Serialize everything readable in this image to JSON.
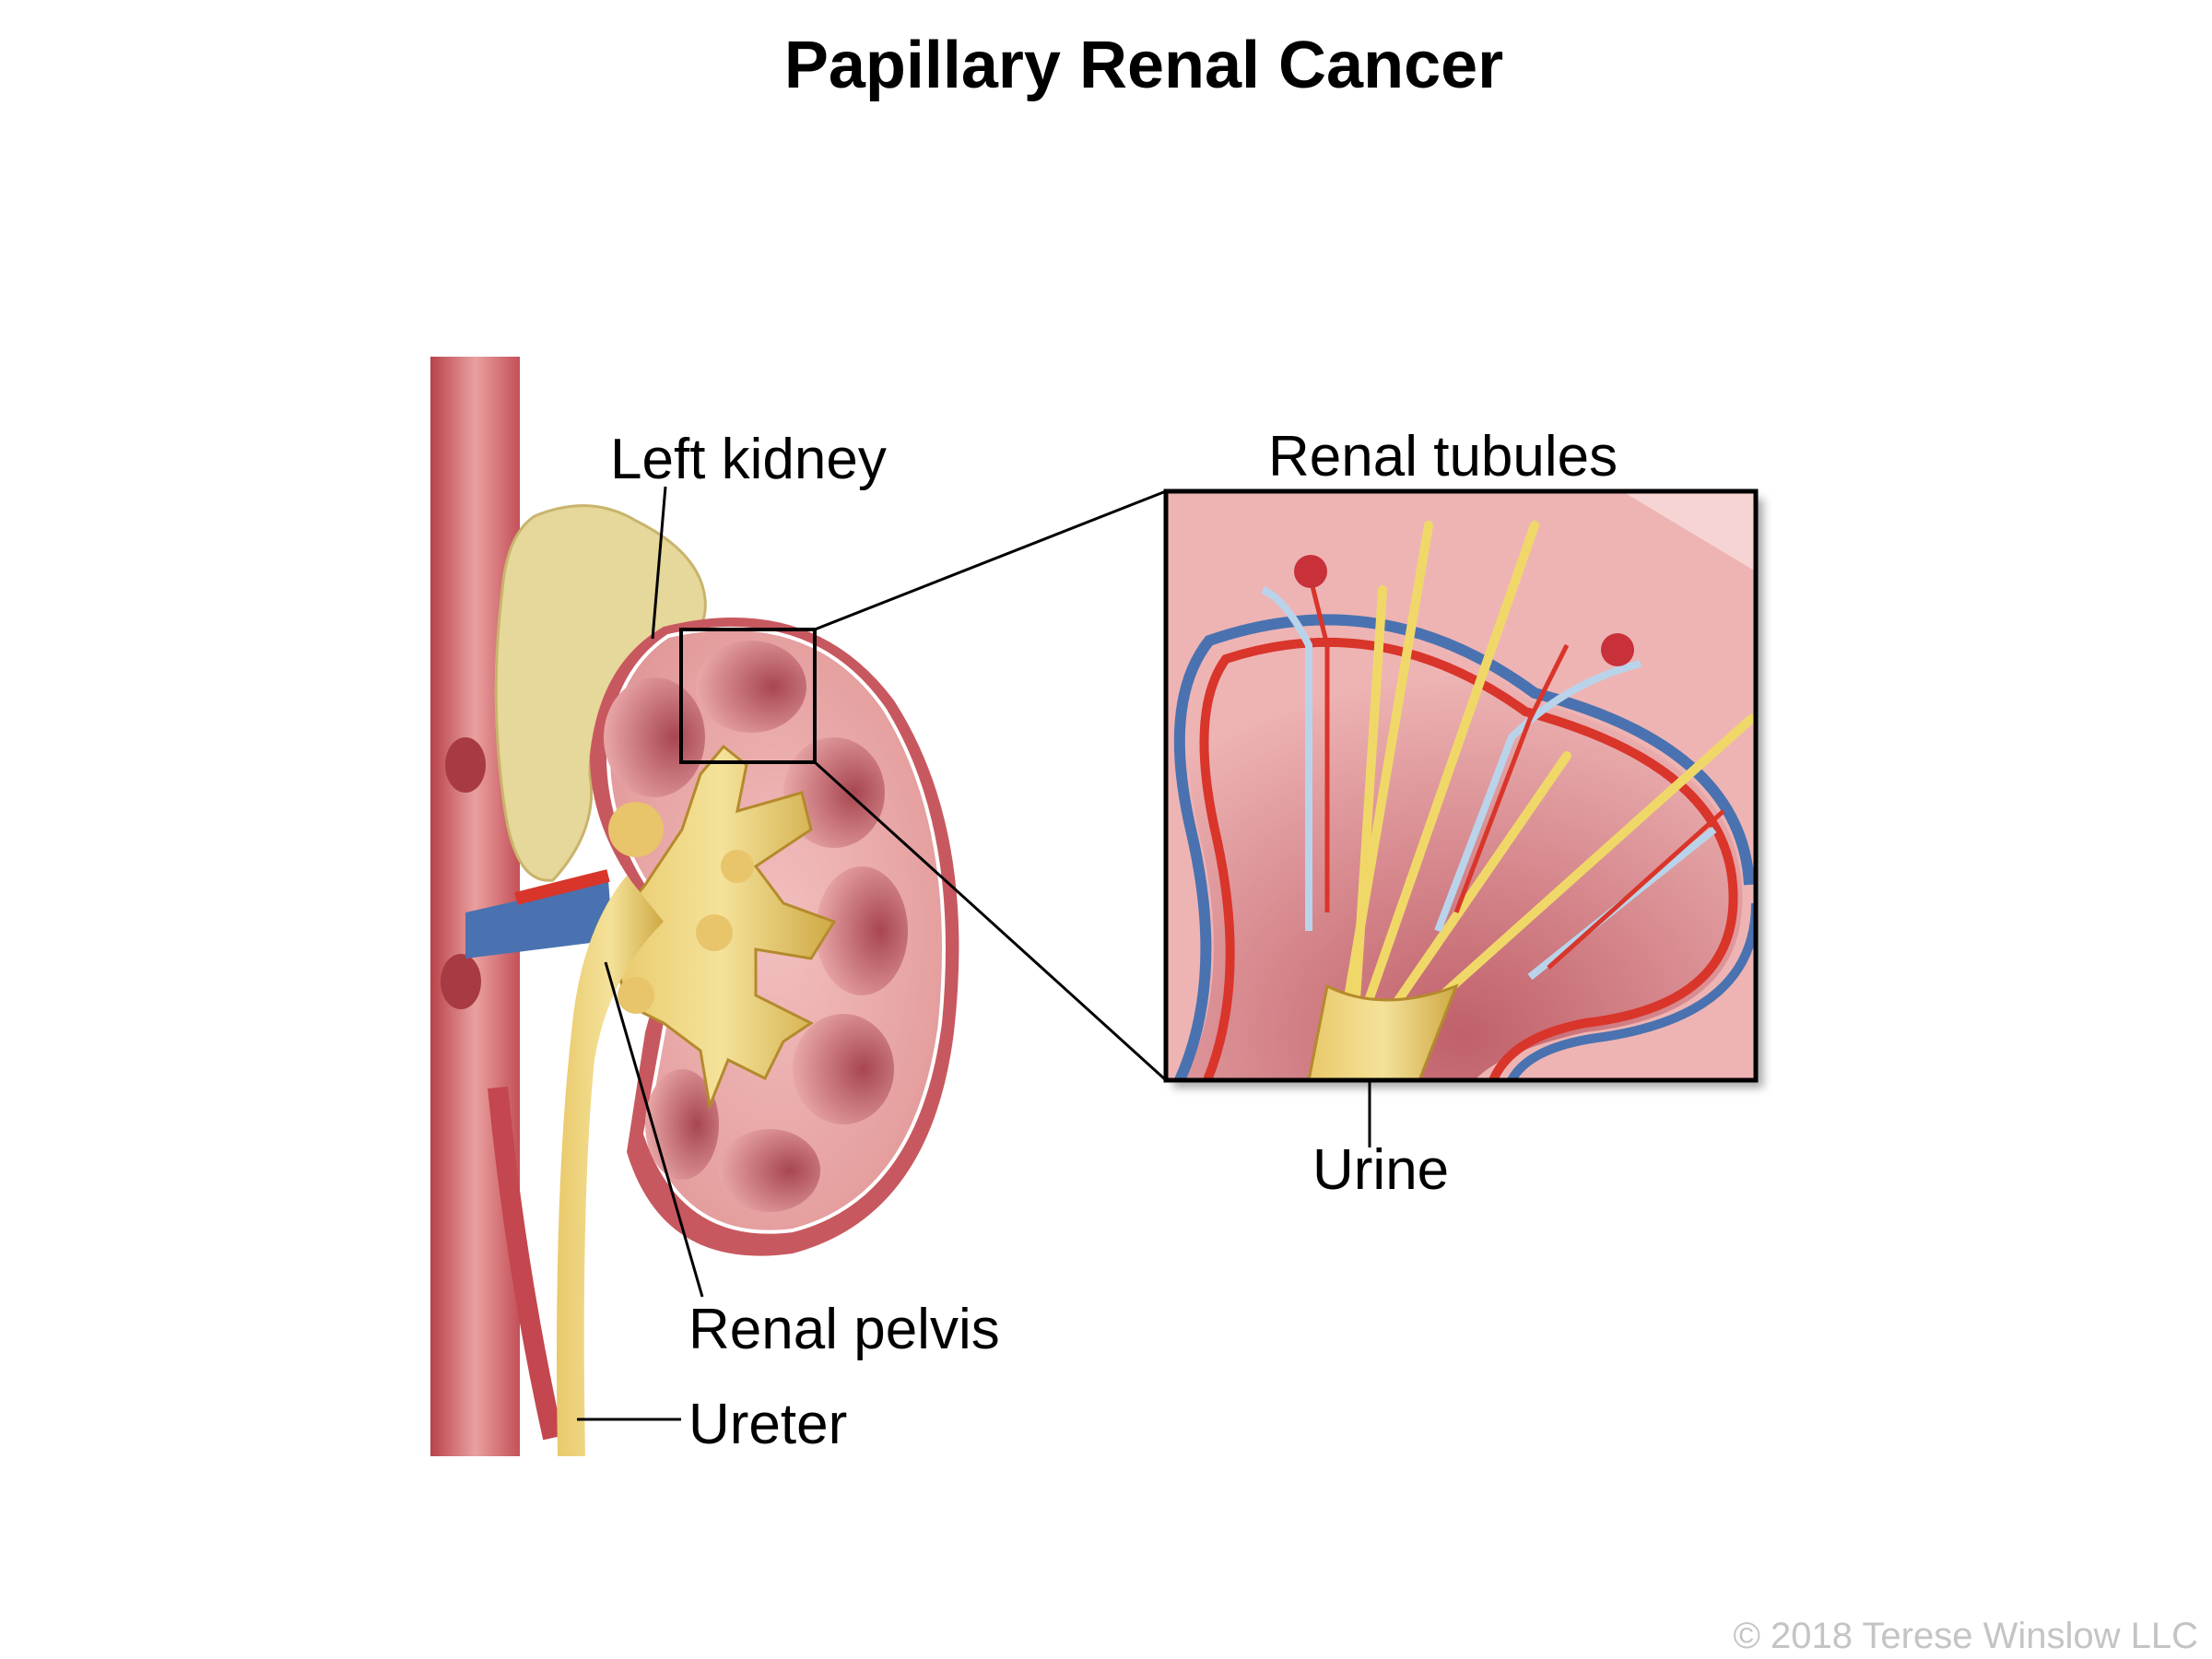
{
  "title": "Papillary Renal Cancer",
  "labels": {
    "left_kidney": "Left kidney",
    "renal_tubules": "Renal tubules",
    "urine": "Urine",
    "renal_pelvis": "Renal pelvis",
    "ureter": "Ureter"
  },
  "copyright": "© 2018 Terese Winslow LLC",
  "colors": {
    "kidney_tissue": "#e8a5a5",
    "medulla": "#b85a62",
    "artery": "#d9352a",
    "vein": "#4a72b0",
    "pelvis_yellow": "#e6c965",
    "adrenal": "#e6d79a",
    "aorta": "#c9545a"
  }
}
